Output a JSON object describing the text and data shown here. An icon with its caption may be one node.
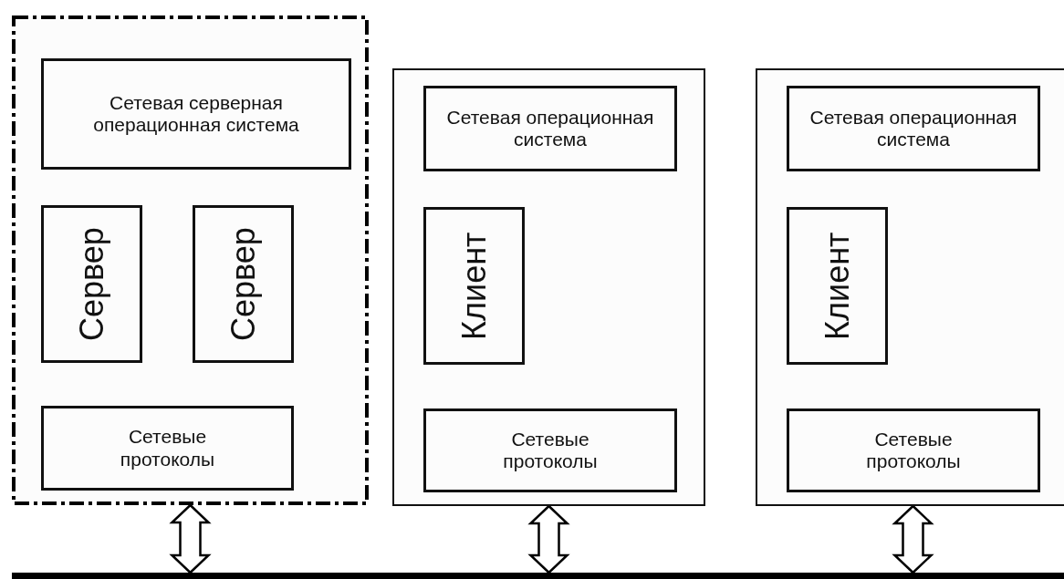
{
  "diagram": {
    "nodes": [
      {
        "text": [],
        "shape": "box"
      },
      {
        "text": [
          "Сетевая серверная операционная система"
        ],
        "in": 0
      },
      {
        "text": [
          "Сервер"
        ],
        "in": 0
      },
      {
        "text": [
          "Сервер"
        ],
        "in": 0
      },
      {
        "text": [
          "Сетевые протоколы"
        ],
        "in": 0
      },
      {
        "text": [],
        "shape": "box"
      },
      {
        "text": [
          "Сетевая операционная система"
        ],
        "in": 5
      },
      {
        "text": [
          "Клиент"
        ],
        "in": 5
      },
      {
        "text": [
          "Сетевые протоколы"
        ],
        "in": 5
      },
      {
        "text": [],
        "shape": "box"
      },
      {
        "text": [
          "Сетевая операционная система"
        ],
        "in": 9
      },
      {
        "text": [
          "Клиент"
        ],
        "in": 9
      },
      {
        "text": [
          "Сетевые протоколы"
        ],
        "in": 9
      },
      {
        "text": [],
        "shape": "bar"
      }
    ],
    "edges": [
      {
        "from": 0,
        "to": 13,
        "arrow": "both"
      },
      {
        "from": 5,
        "to": 13,
        "arrow": "both"
      },
      {
        "from": 9,
        "to": 13,
        "arrow": "both"
      }
    ]
  }
}
